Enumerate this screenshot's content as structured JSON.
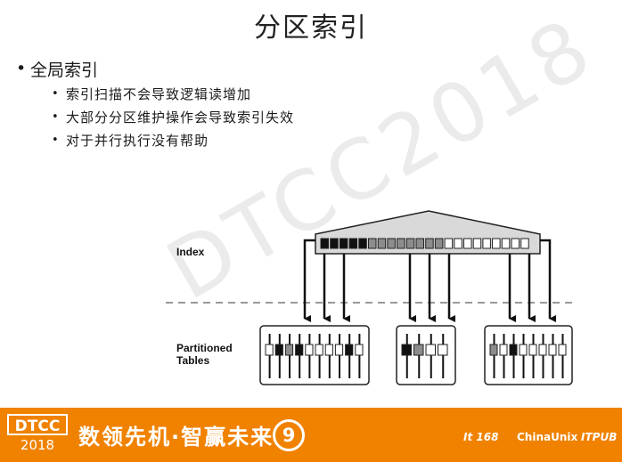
{
  "slide": {
    "title": "分区索引",
    "bullet_main": "全局索引",
    "sub_bullets": [
      "索引扫描不会导致逻辑读增加",
      "大部分分区维护操作会导致索引失效",
      "对于并行执行没有帮助"
    ],
    "watermark": "DTCC2018"
  },
  "diagram": {
    "index_label": "Index",
    "tables_label_line1": "Partitioned",
    "tables_label_line2": "Tables",
    "index_cells": [
      "black",
      "black",
      "black",
      "black",
      "black",
      "gray",
      "gray",
      "gray",
      "gray",
      "gray",
      "gray",
      "gray",
      "gray",
      "white",
      "white",
      "white",
      "white",
      "white",
      "white",
      "white",
      "white",
      "white"
    ],
    "partition1_cells": [
      "white",
      "black",
      "gray",
      "black",
      "white",
      "white",
      "white",
      "white",
      "black",
      "white"
    ],
    "partition2_cells": [
      "black",
      "gray",
      "white",
      "white"
    ],
    "partition3_cells": [
      "gray",
      "white",
      "black",
      "white",
      "white",
      "white",
      "white",
      "white"
    ]
  },
  "footer": {
    "logo_top": "DTCC",
    "logo_year": "2018",
    "slogan": "数领先机·智赢未来",
    "edition": "9",
    "sponsors": [
      "It 168",
      "ChinaUnix",
      "ITPUB"
    ]
  },
  "colors": {
    "footer_bg": "#f08200",
    "index_bg": "#d9d9d9"
  }
}
